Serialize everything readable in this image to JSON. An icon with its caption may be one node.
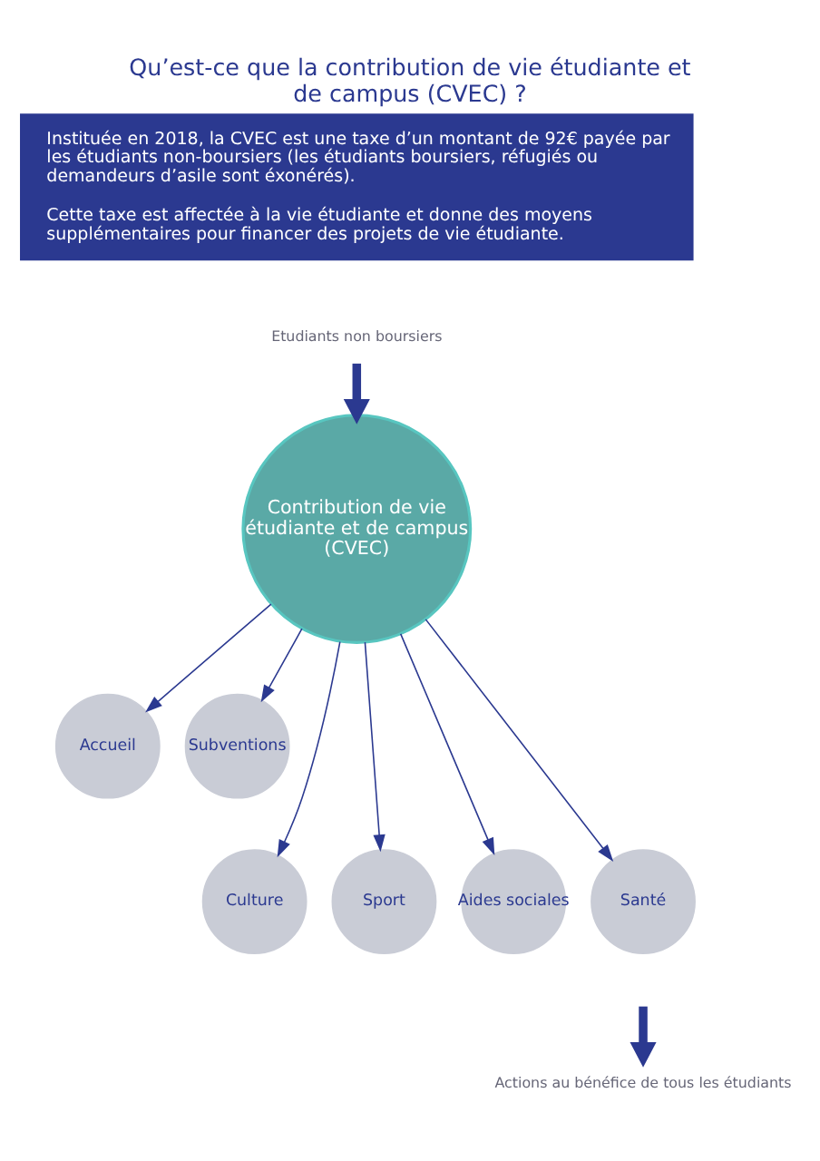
{
  "diagram": {
    "title": "Qu’est-ce que la contribution de vie étudiante et de campus (CVEC) ?",
    "nodes": [
      {
        "text": [
          "Instituée en 2018, la CVEC est une taxe d’un montant de 92€ payée par les étudiants non-boursiers (les étudiants boursiers, réfugiés ou demandeurs d’asile sont éxonérés).",
          "Cette taxe est affectée à la vie étudiante et donne des moyens supplémentaires pour financer des projets de vie étudiante."
        ]
      },
      {
        "text": [
          "Etudiants non boursiers"
        ]
      },
      {
        "text": [
          "Contribution de vie étudiante et de campus (CVEC)"
        ]
      },
      {
        "text": [
          "Accueil"
        ]
      },
      {
        "text": [
          "Subventions"
        ]
      },
      {
        "text": [
          "Culture"
        ]
      },
      {
        "text": [
          "Sport"
        ]
      },
      {
        "text": [
          "Aides sociales"
        ]
      },
      {
        "text": [
          "Santé"
        ]
      },
      {
        "text": [
          "Actions au bénéfice de tous les étudiants"
        ]
      }
    ],
    "edges": [
      {
        "from": 1,
        "to": 2,
        "arrow": "to",
        "style": "thick"
      },
      {
        "from": 2,
        "to": 3,
        "arrow": "to"
      },
      {
        "from": 2,
        "to": 4,
        "arrow": "to"
      },
      {
        "from": 2,
        "to": 5,
        "arrow": "to"
      },
      {
        "from": 2,
        "to": 6,
        "arrow": "to"
      },
      {
        "from": 2,
        "to": 7,
        "arrow": "to"
      },
      {
        "from": 2,
        "to": 8,
        "arrow": "to"
      },
      {
        "from": null,
        "to": 9,
        "arrow": "to",
        "style": "thick"
      }
    ]
  }
}
